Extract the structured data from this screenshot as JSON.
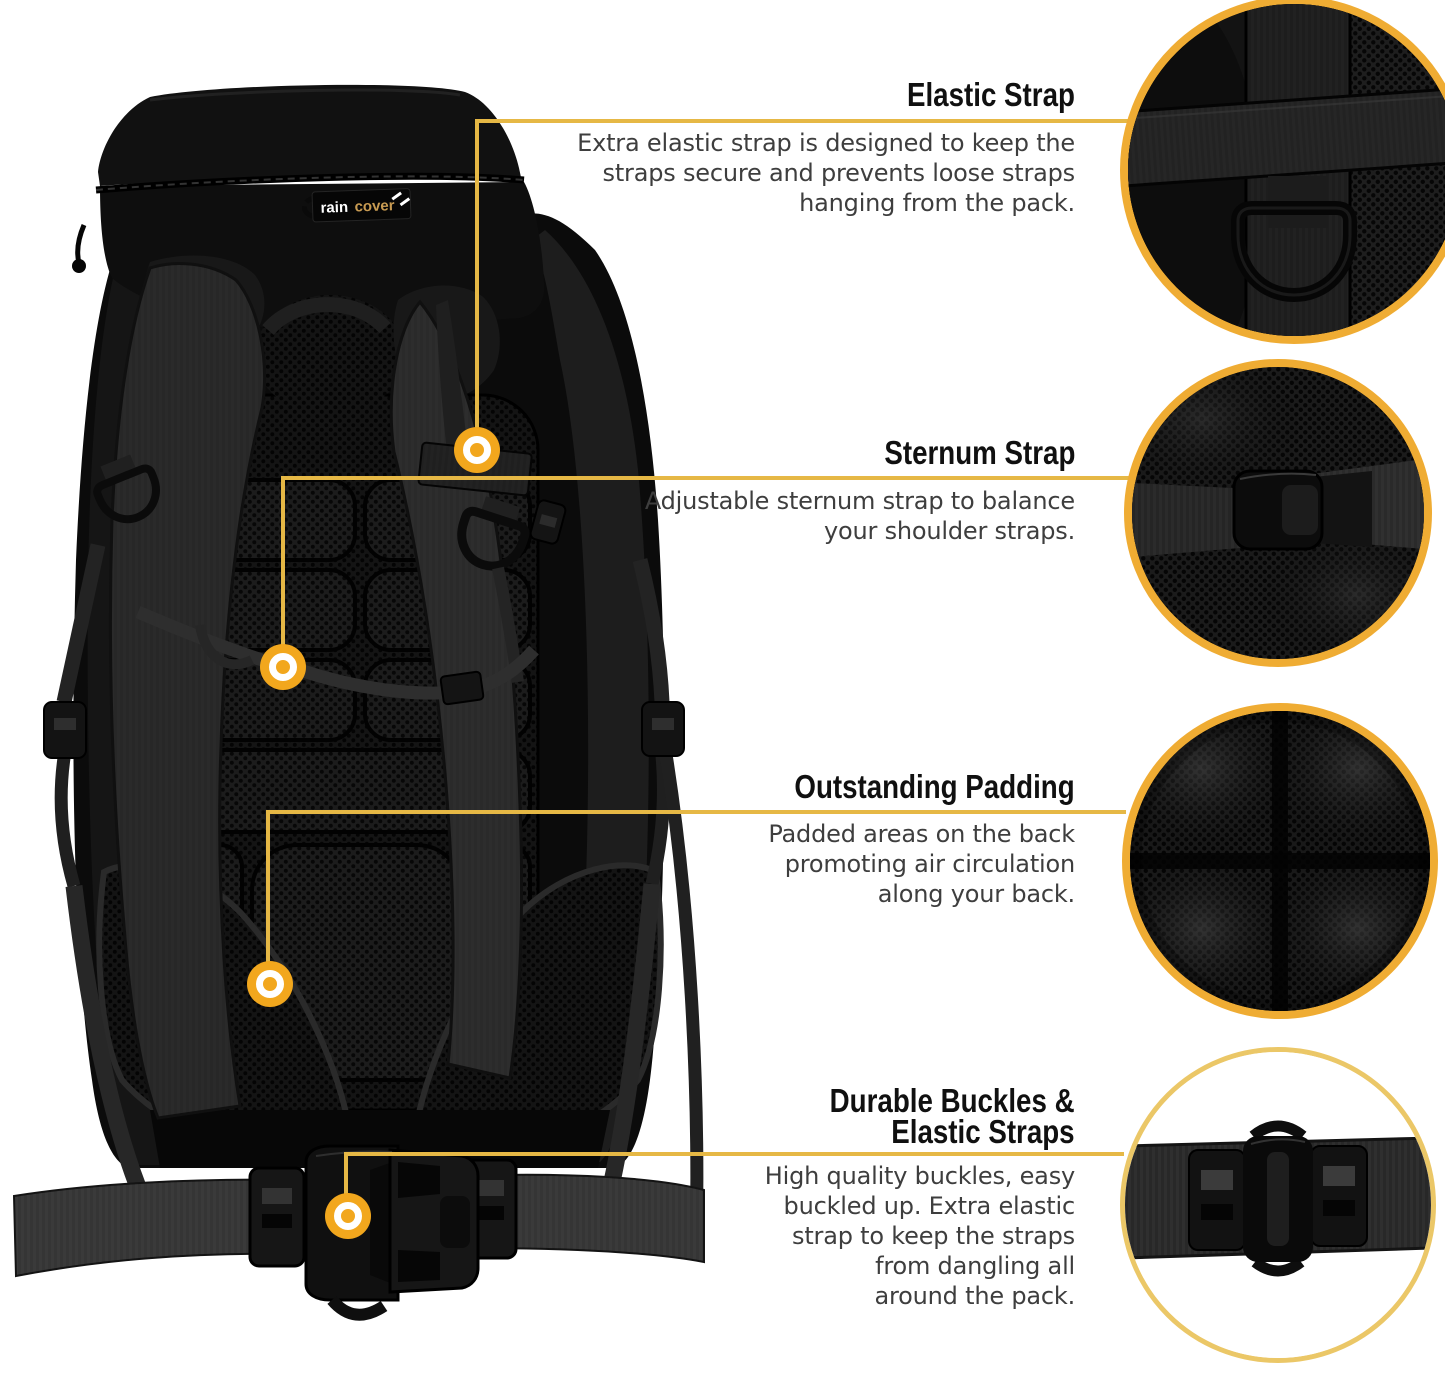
{
  "colors": {
    "background": "#FFFFFF",
    "accent_line": "#E6B845",
    "marker_orange": "#F2A71D",
    "circle_border": "#EFAC33",
    "circle4_border": "#EBC767",
    "title_text": "#101010",
    "body_text": "#3E3E3E"
  },
  "product": {
    "alt": "black-hiking-backpack-back-view",
    "rain_tag": {
      "rain": "rain",
      "cover": "cover"
    }
  },
  "callouts": [
    {
      "id": "elastic-strap",
      "title": "Elastic Strap",
      "description": "Extra elastic strap is designed to keep the\nstraps secure and prevents loose straps\nhanging from the pack."
    },
    {
      "id": "sternum-strap",
      "title": "Sternum Strap",
      "description": "Adjustable sternum strap to balance\nyour shoulder straps."
    },
    {
      "id": "outstanding-padding",
      "title": "Outstanding Padding",
      "description": "Padded areas on the back\npromoting air circulation\nalong your back."
    },
    {
      "id": "durable-buckles",
      "title": "Durable Buckles &\nElastic Straps",
      "description": "High quality buckles, easy\nbuckled up. Extra elastic\nstrap to keep the straps\nfrom dangling all\naround the pack."
    }
  ],
  "detail_views": [
    {
      "name": "elastic-strap-closeup"
    },
    {
      "name": "sternum-buckle-closeup"
    },
    {
      "name": "back-padding-closeup"
    },
    {
      "name": "waist-buckle-closeup"
    }
  ]
}
